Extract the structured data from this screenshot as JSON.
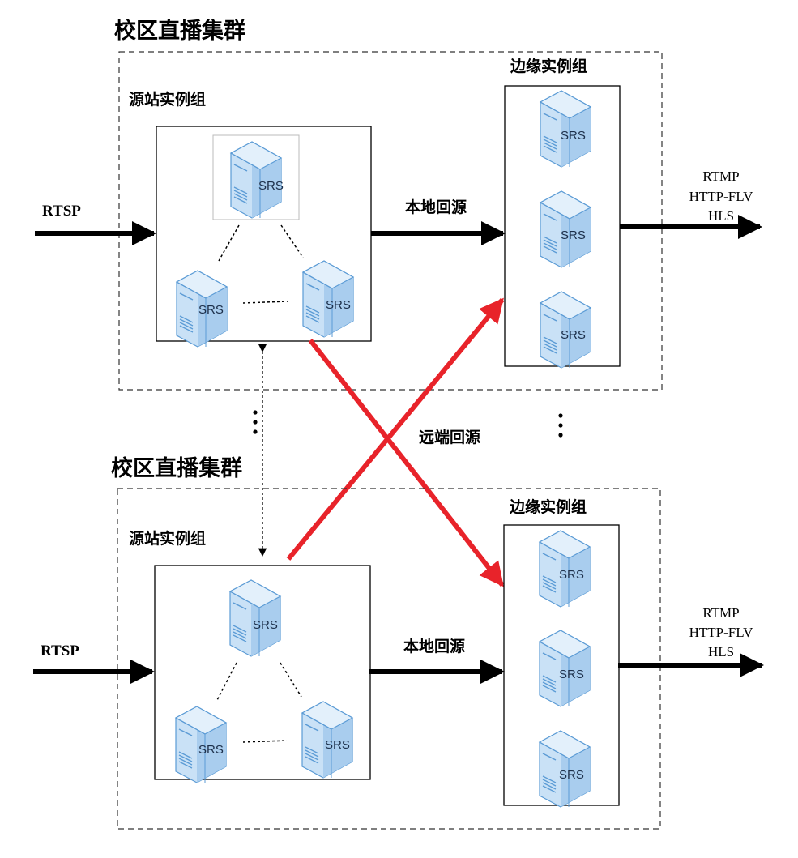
{
  "clusters": [
    {
      "title": "校区直播集群",
      "origin_group_label": "源站实例组",
      "edge_group_label": "边缘实例组",
      "input_label": "RTSP",
      "local_pull_label": "本地回源",
      "output_protocols": [
        "RTMP",
        "HTTP-FLV",
        "HLS"
      ],
      "origin_servers": [
        "SRS",
        "SRS",
        "SRS"
      ],
      "edge_servers": [
        "SRS",
        "SRS",
        "SRS"
      ]
    },
    {
      "title": "校区直播集群",
      "origin_group_label": "源站实例组",
      "edge_group_label": "边缘实例组",
      "input_label": "RTSP",
      "local_pull_label": "本地回源",
      "output_protocols": [
        "RTMP",
        "HTTP-FLV",
        "HLS"
      ],
      "origin_servers": [
        "SRS",
        "SRS",
        "SRS"
      ],
      "edge_servers": [
        "SRS",
        "SRS",
        "SRS"
      ]
    }
  ],
  "remote_pull_label": "远端回源",
  "colors": {
    "remote_arrow": "#e8232a",
    "server_fill": "#bcd9f2",
    "server_stroke": "#5b9bd5"
  },
  "icons": {
    "server": "server-icon"
  }
}
